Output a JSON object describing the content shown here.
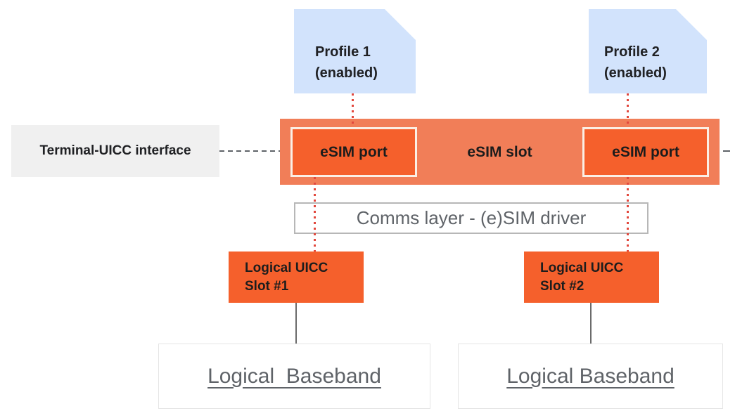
{
  "diagram": {
    "profiles": [
      {
        "line1": "Profile 1",
        "line2": "(enabled)"
      },
      {
        "line1": "Profile 2",
        "line2": "(enabled)"
      }
    ],
    "terminal_interface": {
      "label": "Terminal-UICC interface"
    },
    "esim_slot": {
      "label": "eSIM slot",
      "ports": [
        {
          "label": "eSIM port"
        },
        {
          "label": "eSIM port"
        }
      ]
    },
    "comms_layer": {
      "label": "Comms layer - (e)SIM driver"
    },
    "logical_uicc_slots": [
      {
        "line1": "Logical UICC",
        "line2": "Slot #1"
      },
      {
        "line1": "Logical UICC",
        "line2": "Slot #2"
      }
    ],
    "basebands": [
      {
        "label": "Logical  Baseband"
      },
      {
        "label": "Logical Baseband"
      }
    ],
    "colors": {
      "profile_fill": "#D2E3FC",
      "terminal_fill": "#F0F0F0",
      "slot_fill": "#F17E58",
      "port_fill": "#F5602C",
      "uicc_fill": "#F5602C",
      "connector_red": "#E2483D",
      "connector_gray": "#6B6B6B",
      "text_dark": "#202124",
      "text_gray": "#5F6368"
    }
  }
}
